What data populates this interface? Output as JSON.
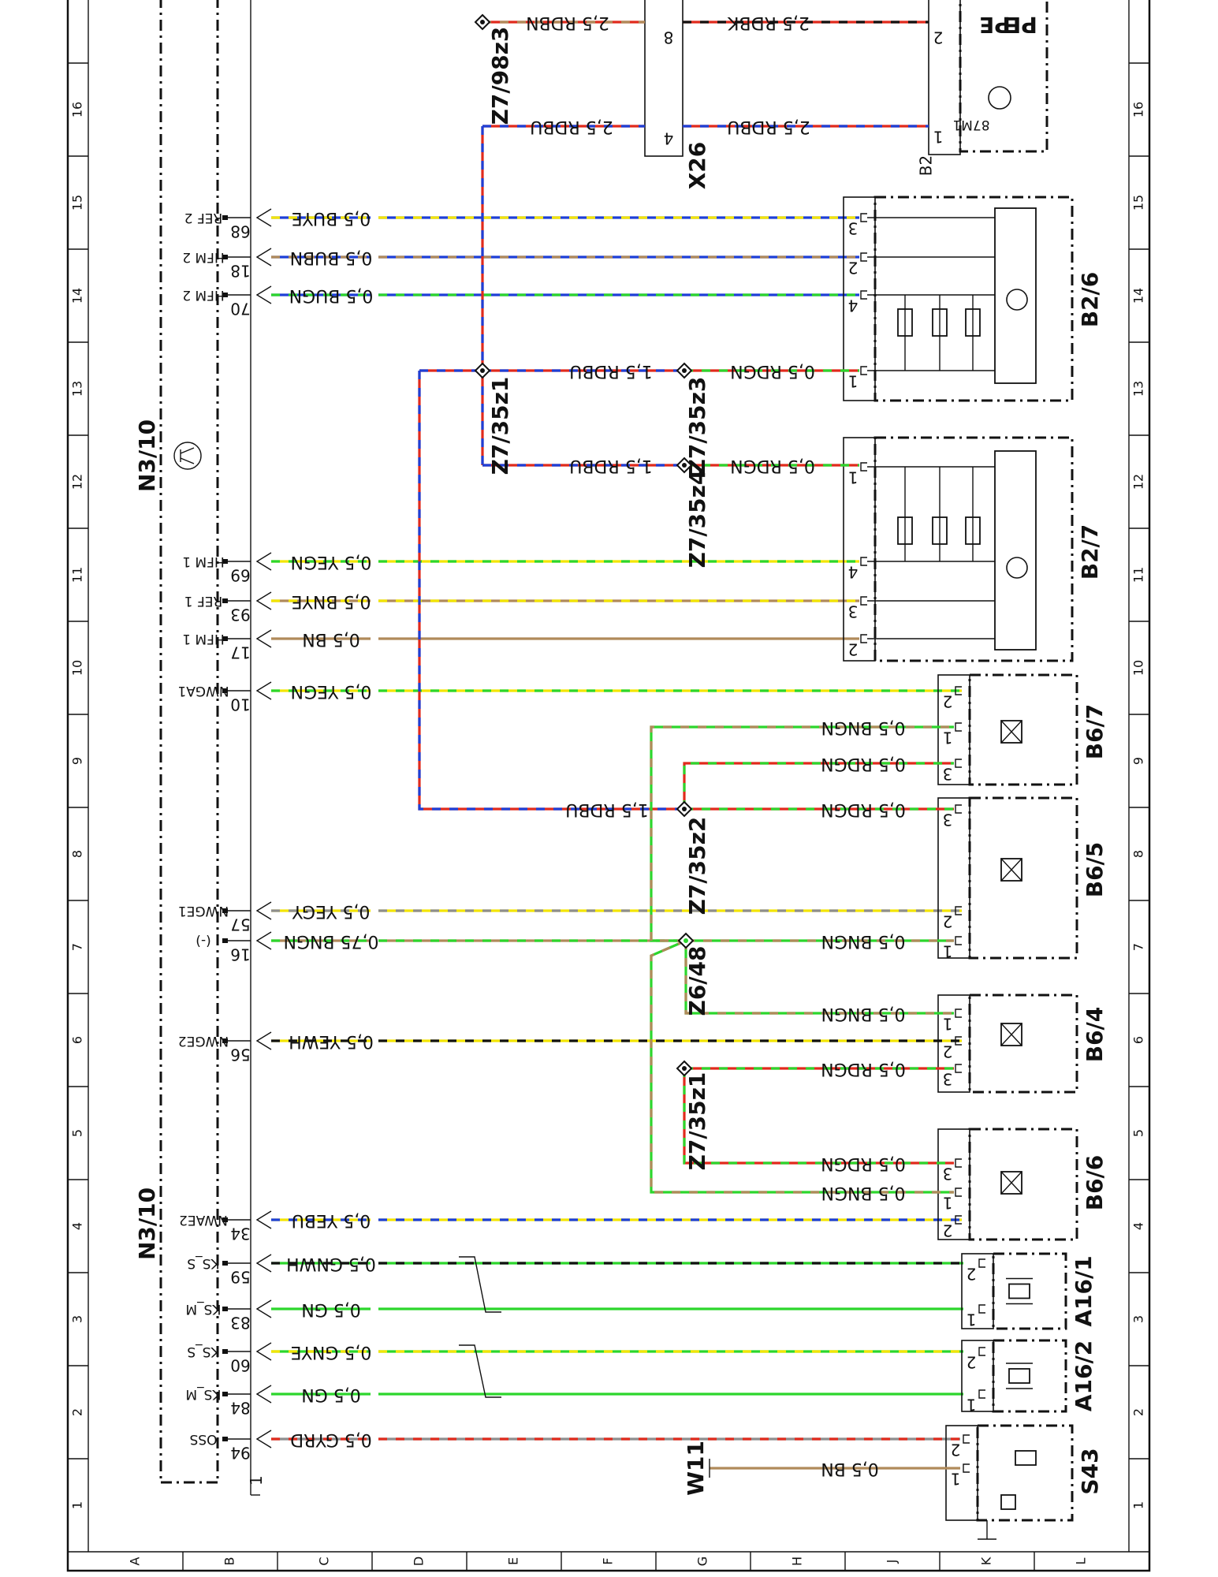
{
  "module": {
    "upper_label": "N3/10",
    "lower_label": "N3/10",
    "pins": [
      {
        "num": "68",
        "signal": "REF 2",
        "conductor": "0,5 BUYE",
        "colors": [
          "#1d3fd6",
          "#f3e500"
        ],
        "target": "B2/6"
      },
      {
        "num": "18",
        "signal": "HFM 2",
        "conductor": "0,5 BUBN",
        "colors": [
          "#1d3fd6",
          "#b08a5a"
        ],
        "target": "B2/6"
      },
      {
        "num": "70",
        "signal": "HFM 2",
        "conductor": "0,5 BUGN",
        "colors": [
          "#1d3fd6",
          "#2cd62c"
        ],
        "target": "B2/6"
      },
      {
        "num": "69",
        "signal": "HFM 1",
        "conductor": "0,5 YEGN",
        "colors": [
          "#f3e500",
          "#2cd62c"
        ],
        "target": "B2/7"
      },
      {
        "num": "93",
        "signal": "REF 1",
        "conductor": "0,5 BNYE",
        "colors": [
          "#b08a5a",
          "#f3e500"
        ],
        "target": "B2/7"
      },
      {
        "num": "17",
        "signal": "HFM 1",
        "conductor": "0,5 BN",
        "colors": [
          "#b08a5a"
        ],
        "target": "B2/7"
      },
      {
        "num": "10",
        "signal": "NWGA1",
        "conductor": "0,5 YEGN",
        "colors": [
          "#f3e500",
          "#2cd62c"
        ],
        "target": "B6/7"
      },
      {
        "num": "57",
        "signal": "NWGE1",
        "conductor": "0,5 YEGY",
        "colors": [
          "#f3e500",
          "#8e8e8e"
        ],
        "target": "B6/5"
      },
      {
        "num": "16",
        "signal": "(-)",
        "conductor": "0,75 BNGN",
        "colors": [
          "#b08a5a",
          "#2cd62c"
        ],
        "target": "Z6/48"
      },
      {
        "num": "56",
        "signal": "NWGE2",
        "conductor": "0,5 YEWH",
        "colors": [
          "#f3e500",
          "#111111"
        ],
        "target": "B6/4"
      },
      {
        "num": "34",
        "signal": "NWAE2",
        "conductor": "0,5 YEBU",
        "colors": [
          "#f3e500",
          "#1d3fd6"
        ],
        "target": "B6/6"
      },
      {
        "num": "59",
        "signal": "KS_S",
        "conductor": "0,5 GNWH",
        "colors": [
          "#2cd62c",
          "#111111"
        ],
        "target": "A16/1"
      },
      {
        "num": "83",
        "signal": "KS_M",
        "conductor": "0,5 GN",
        "colors": [
          "#2cd62c"
        ],
        "target": "A16/1"
      },
      {
        "num": "60",
        "signal": "KS_S",
        "conductor": "0,5 GNYE",
        "colors": [
          "#2cd62c",
          "#f3e500"
        ],
        "target": "A16/2"
      },
      {
        "num": "84",
        "signal": "KS_M",
        "conductor": "0,5 GN",
        "colors": [
          "#2cd62c"
        ],
        "target": "A16/2"
      },
      {
        "num": "94",
        "signal": "OSS",
        "conductor": "0,5 GYRD",
        "colors": [
          "#8e8e8e",
          "#e02a1c"
        ],
        "target": "S43"
      }
    ],
    "extra_pin": "1"
  },
  "components": [
    {
      "id": "B2/6",
      "pins": [
        "3",
        "2",
        "4",
        "1"
      ]
    },
    {
      "id": "B2/7",
      "pins": [
        "1",
        "4",
        "3",
        "2"
      ]
    },
    {
      "id": "B6/7",
      "pins": [
        "2",
        "1",
        "3"
      ]
    },
    {
      "id": "B6/5",
      "pins": [
        "3",
        "2",
        "1"
      ]
    },
    {
      "id": "B6/4",
      "pins": [
        "1",
        "2",
        "3"
      ]
    },
    {
      "id": "B6/6",
      "pins": [
        "3",
        "1",
        "2"
      ]
    },
    {
      "id": "A16/1",
      "pins": [
        "2",
        "1"
      ]
    },
    {
      "id": "A16/2",
      "pins": [
        "2",
        "1"
      ]
    },
    {
      "id": "S43",
      "pins": [
        "2",
        "1"
      ]
    },
    {
      "id": "B2",
      "pins": [
        "2",
        "1"
      ],
      "sub": "87M1"
    },
    {
      "id": "X26",
      "pins": [
        "8",
        "4"
      ]
    }
  ],
  "splices": [
    {
      "id": "Z7/98z3"
    },
    {
      "id": "Z7/35z1"
    },
    {
      "id": "Z7/35z3"
    },
    {
      "id": "Z7/35z4"
    },
    {
      "id": "Z7/35z2"
    },
    {
      "id": "Z6/48"
    },
    {
      "id": "Z7/35z1",
      "note": "lower"
    }
  ],
  "local_wires": {
    "rdbn": "2,5 RDBN",
    "rdbk": "2,5 RDBK",
    "rdbu_x26a": "2,5 RDBU",
    "rdbu_x26b": "2,5 RDBU",
    "rdbu_15a": "1,5 RDBU",
    "rdbu_15b": "1,5 RDBU",
    "rdbu_15c": "1,5 RDBU",
    "rdgn_a": "0,5 RDGN",
    "rdgn_b": "0,5 RDGN",
    "rdgn_b67": "0,5 RDGN",
    "rdgn_b65": "0,5 RDGN",
    "rdgn_b64": "0,5 RDGN",
    "rdgn_b66": "0,5 RDGN",
    "bngn_b67": "0,5 BNGN",
    "bngn_b65": "0,5 BNGN",
    "bngn_b64": "0,5 BNGN",
    "bngn_b66": "0,5 BNGN",
    "w11_wire": "0,5 BN",
    "w11": "W11",
    "pe_label": "PE"
  },
  "grid": {
    "numbers": [
      "1",
      "2",
      "3",
      "4",
      "5",
      "6",
      "7",
      "8",
      "9",
      "10",
      "11",
      "12",
      "13",
      "14",
      "15",
      "16"
    ],
    "letters": [
      "A",
      "B",
      "C",
      "D",
      "E",
      "F",
      "G",
      "H",
      "J",
      "K",
      "L"
    ]
  }
}
